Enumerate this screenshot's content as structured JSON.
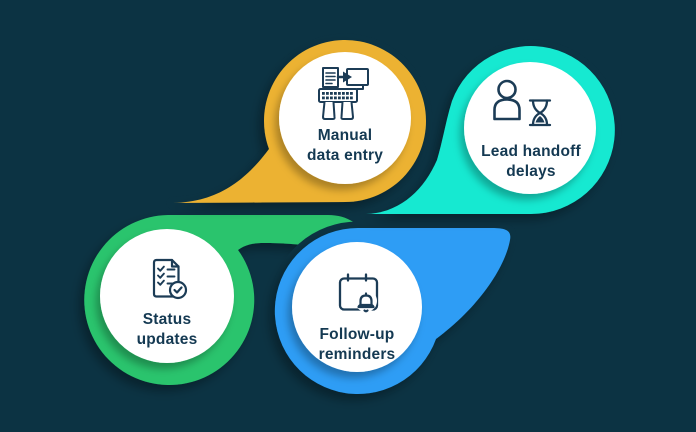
{
  "diagram": {
    "description": "Four pain-point bubbles on dark navy background",
    "colors": {
      "background": "#0c3343",
      "text": "#143952",
      "icon_stroke": "#1c3c56",
      "circle_white": "#ffffff"
    },
    "items": [
      {
        "label_line1": "Manual",
        "label_line2": "data entry",
        "color": "#ecb233",
        "icon": "keyboard-typing-icon"
      },
      {
        "label_line1": "Lead handoff",
        "label_line2": "delays",
        "color": "#16e9d1",
        "icon": "person-hourglass-icon"
      },
      {
        "label_line1": "Status",
        "label_line2": "updates",
        "color": "#2bc46d",
        "icon": "checklist-document-icon"
      },
      {
        "label_line1": "Follow-up",
        "label_line2": "reminders",
        "color": "#2d9df5",
        "icon": "calendar-bell-icon"
      }
    ]
  }
}
